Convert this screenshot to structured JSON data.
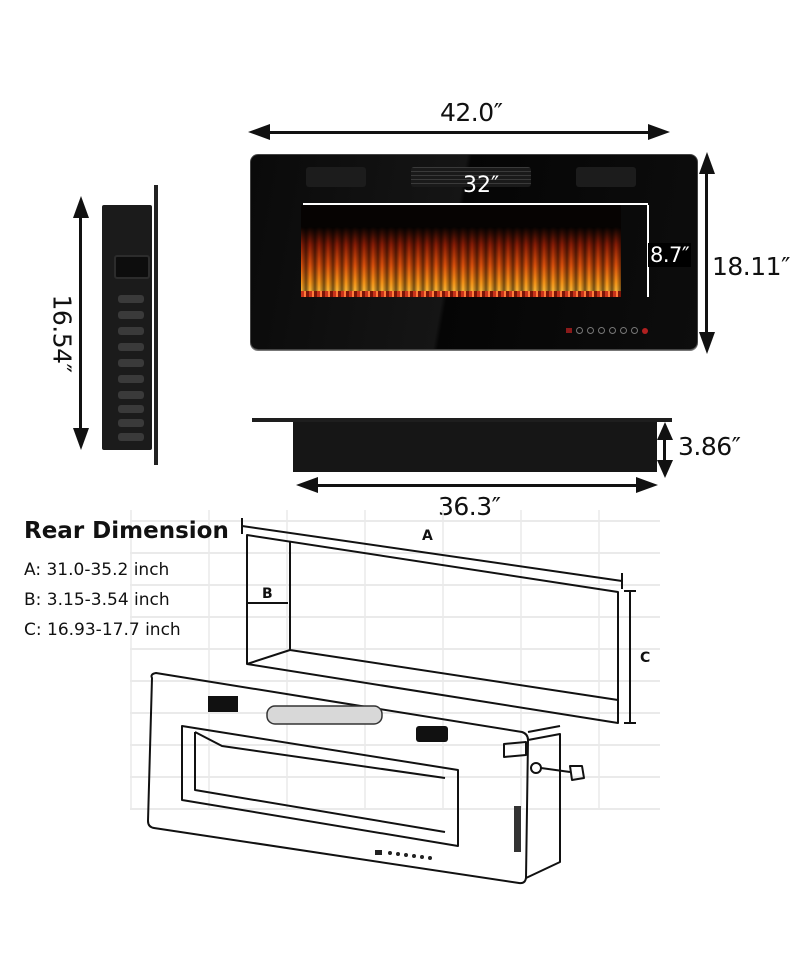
{
  "front_view": {
    "overall_width": "42.0″",
    "overall_height": "18.11″",
    "viewing_width": "32″",
    "viewing_height": "8.7″"
  },
  "side_view": {
    "height": "16.54″"
  },
  "top_view": {
    "depth": "3.86″",
    "body_width": "36.3″"
  },
  "rear_dimension": {
    "title": "Rear Dimension",
    "items": [
      {
        "key": "A:",
        "value": "31.0-35.2 inch"
      },
      {
        "key": "B:",
        "value": "3.15-3.54 inch"
      },
      {
        "key": "C:",
        "value": "16.93-17.7 inch"
      }
    ]
  },
  "recess_diagram": {
    "label_a": "A",
    "label_b": "B",
    "label_c": "C"
  },
  "colors": {
    "panel": "#0a0a0a",
    "flame_core": "#ffd24a",
    "flame_edge": "#e0520c",
    "ink": "#111111"
  }
}
